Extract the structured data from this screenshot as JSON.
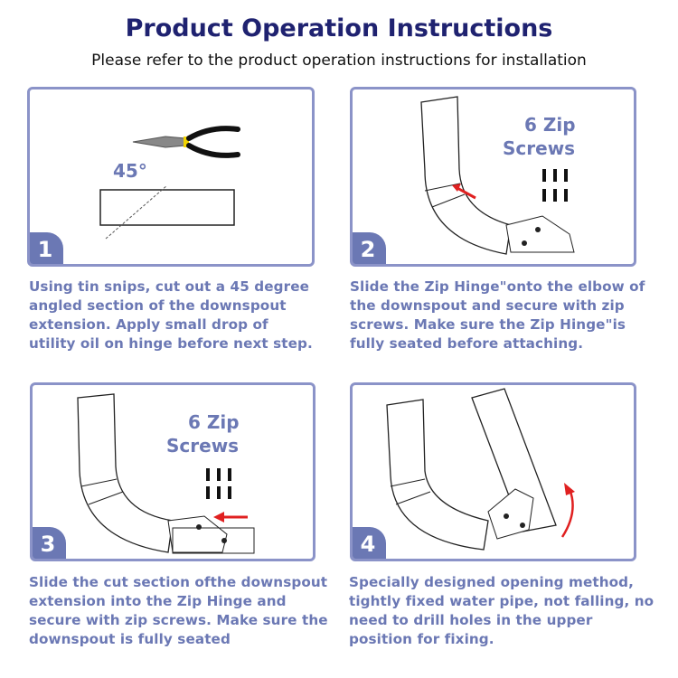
{
  "header": {
    "title": "Product Operation Instructions",
    "subtitle": "Please refer to the product operation instructions for installation"
  },
  "steps": [
    {
      "number": "1",
      "label": "45°",
      "description": "Using tin snips, cut out a 45 degree angled section of the downspout extension. Apply small drop of utility oil on hinge before next step."
    },
    {
      "number": "2",
      "label_line1": "6 Zip",
      "label_line2": "Screws",
      "description": "Slide the Zip Hinge\"onto the elbow of the downspout and secure with zip screws. Make sure the Zip Hinge\"is fully seated before attaching."
    },
    {
      "number": "3",
      "label_line1": "6 Zip",
      "label_line2": "Screws",
      "description": "Slide the cut section ofthe downspout extension into the Zip Hinge and secure with zip screws. Make sure the downspout is fully seated"
    },
    {
      "number": "4",
      "description": "Specially designed opening method, tightly fixed water pipe, not falling, no need to drill holes in the upper position for fixing."
    }
  ],
  "colors": {
    "title": "#1f2270",
    "accent": "#6b78b4",
    "border": "#8b93c8",
    "arrow": "#e02020"
  }
}
